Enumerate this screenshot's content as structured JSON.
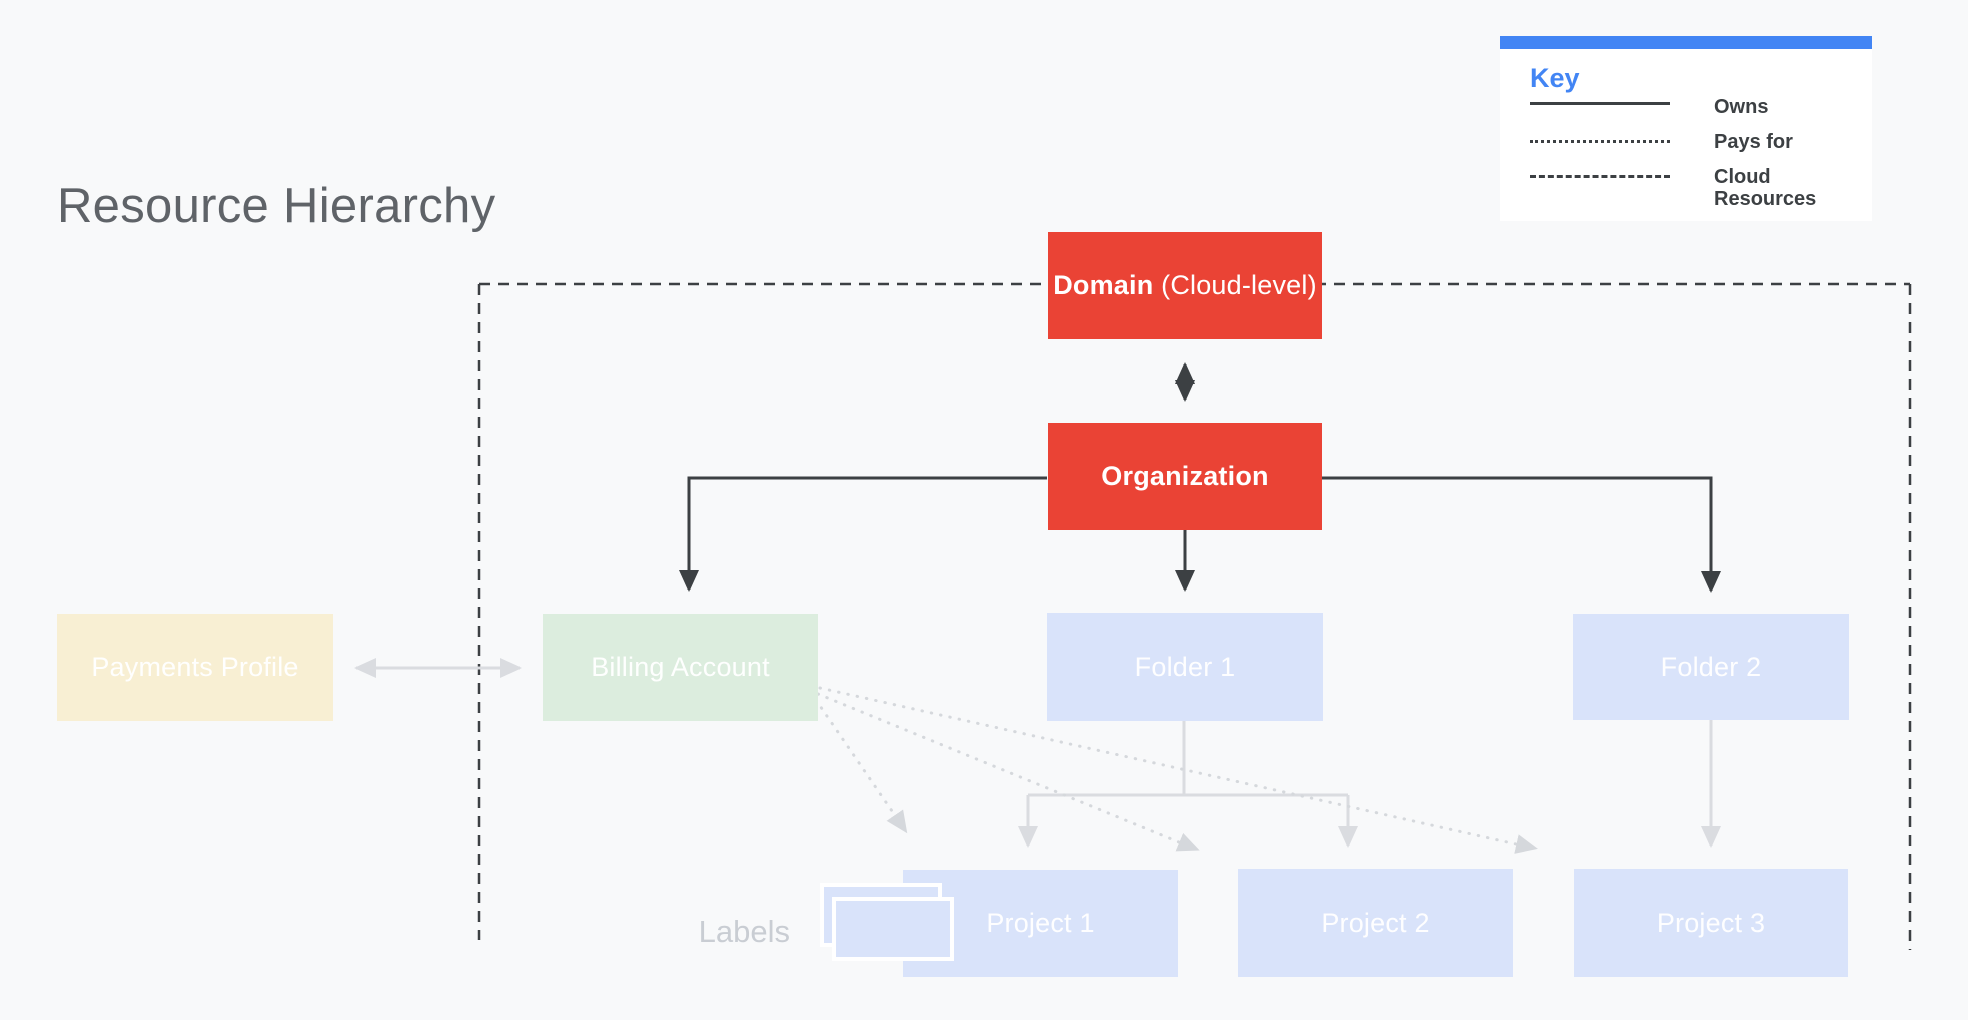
{
  "page": {
    "title": "Resource Hierarchy",
    "background": "#f8f9fa"
  },
  "key": {
    "title": "Key",
    "accent_color": "#4285f4",
    "items": [
      {
        "style": "solid",
        "label": "Owns"
      },
      {
        "style": "dotted",
        "label": "Pays for"
      },
      {
        "style": "dashed",
        "label": "Cloud Resources"
      }
    ]
  },
  "nodes": {
    "domain": {
      "label_bold": "Domain",
      "label_rest": " (Cloud-level)",
      "color": "#ea4335"
    },
    "organization": {
      "label": "Organization",
      "color": "#ea4335"
    },
    "payments_profile": {
      "label": "Payments Profile",
      "color": "#f8efd3"
    },
    "billing_account": {
      "label": "Billing Account",
      "color": "#dcedde"
    },
    "folder1": {
      "label": "Folder 1",
      "color": "#d9e3fa"
    },
    "folder2": {
      "label": "Folder 2",
      "color": "#d9e3fa"
    },
    "project1": {
      "label": "Project 1",
      "color": "#d9e3fa"
    },
    "project2": {
      "label": "Project 2",
      "color": "#d9e3fa"
    },
    "project3": {
      "label": "Project 3",
      "color": "#d9e3fa"
    }
  },
  "labels_caption": "Labels",
  "colors": {
    "owns_line": "#3c4043",
    "pays_for_line": "#d5d8dc",
    "cloud_resources_boundary": "#3c4043",
    "gray_connector": "#dadce0",
    "title_text": "#5f6368",
    "caption_text": "#c9cdd3"
  }
}
